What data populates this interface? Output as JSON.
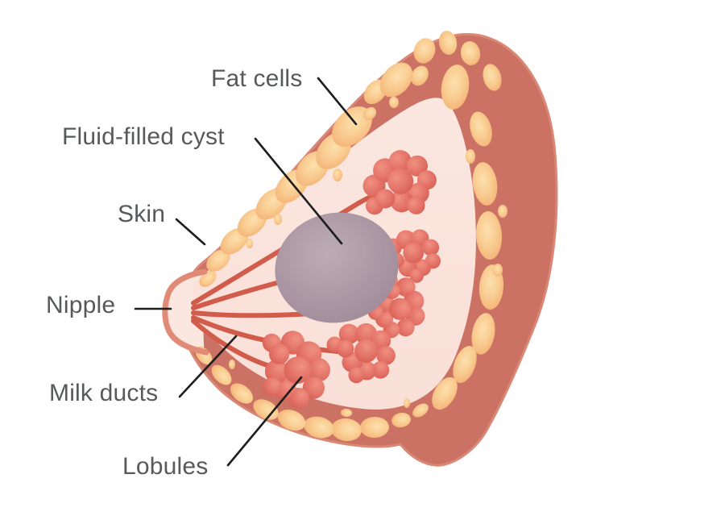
{
  "figure": {
    "description": "Cross-section medical diagram of a breast showing a fluid-filled cyst among milk ducts and lobules",
    "labels": {
      "fat_cells": "Fat cells",
      "fluid_filled_cyst": "Fluid-filled cyst",
      "skin": "Skin",
      "nipple": "Nipple",
      "milk_ducts": "Milk ducts",
      "lobules": "Lobules"
    },
    "colors": {
      "background": "#ffffff",
      "label_text": "#58595b",
      "leader_line": "#1e1e1e",
      "skin_fill": "#cb7264",
      "skin_rim": "#d98875",
      "fat_cell_center": "#fde0ad",
      "fat_cell_mid": "#f9cd93",
      "fat_cell_edge": "#f2aa6b",
      "inner_tissue": "#fbe7e0",
      "inner_tissue_deep": "#f9dfd7",
      "duct": "#d25c4b",
      "lobule_light": "#f09180",
      "lobule_mid": "#e4746a",
      "lobule_edge": "#d65c4e",
      "cyst_center": "#bcabb4",
      "cyst_mid": "#ab97a3",
      "cyst_edge": "#9b8894",
      "nipple_outline": "#e18b77"
    }
  }
}
